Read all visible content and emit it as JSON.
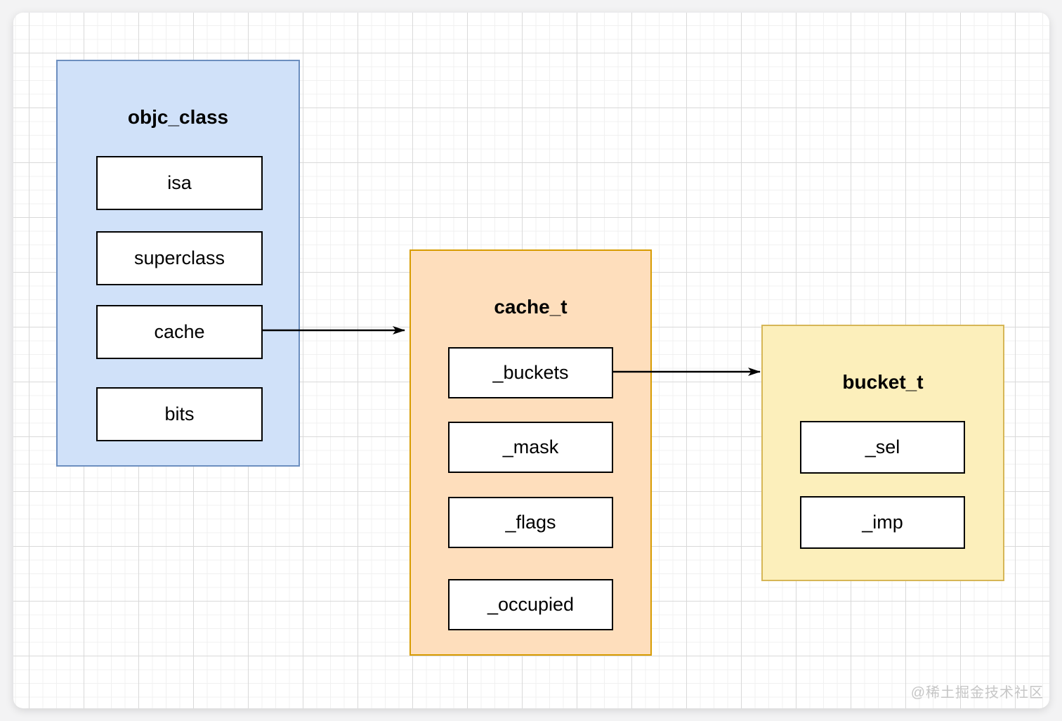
{
  "watermark": "@稀土掘金技术社区",
  "nodes": {
    "objc_class": {
      "title": "objc_class",
      "fill": "#d0e1f9",
      "stroke": "#6c8ebf",
      "fields": [
        "isa",
        "superclass",
        "cache",
        "bits"
      ]
    },
    "cache_t": {
      "title": "cache_t",
      "fill": "#fedebc",
      "stroke": "#d79b00",
      "fields": [
        "_buckets",
        "_mask",
        "_flags",
        "_occupied"
      ]
    },
    "bucket_t": {
      "title": "bucket_t",
      "fill": "#fcefbb",
      "stroke": "#d6b656",
      "fields": [
        "_sel",
        "_imp"
      ]
    }
  },
  "edges": [
    {
      "from": "objc_class.cache",
      "to": "cache_t"
    },
    {
      "from": "cache_t._buckets",
      "to": "bucket_t"
    }
  ],
  "edge_color": "#000000"
}
